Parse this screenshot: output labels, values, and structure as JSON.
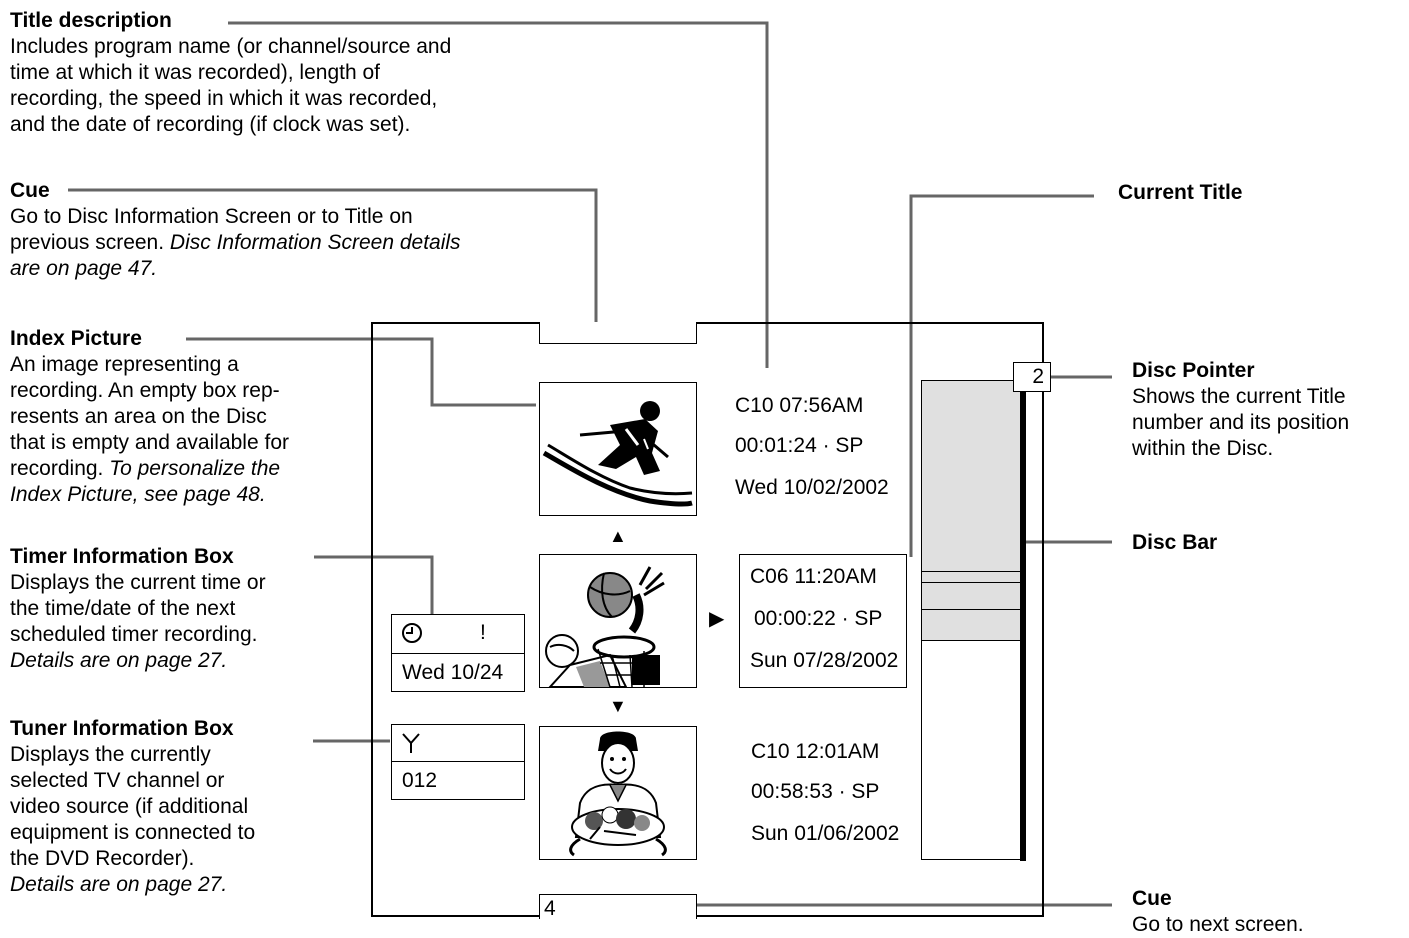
{
  "labels": {
    "title_desc": {
      "heading": "Title description",
      "lines": [
        "Includes program name (or channel/source and",
        "time at which it was recorded), length of",
        "recording, the speed in which it was recorded,",
        "and the date of recording (if clock was set)."
      ]
    },
    "cue_top": {
      "heading": "Cue",
      "lines": [
        "Go to Disc Information Screen or to Title on",
        "previous screen. "
      ],
      "italic": [
        "Disc Information Screen details",
        "are on page 47."
      ]
    },
    "index_picture": {
      "heading": "Index Picture",
      "lines": [
        "An image representing a",
        "recording. An empty box rep-",
        "resents an area on the Disc",
        "that is empty and available for",
        "recording. "
      ],
      "italic": [
        "To personalize the",
        "Index Picture, see page 48."
      ]
    },
    "timer_box": {
      "heading": "Timer Information Box",
      "lines": [
        "Displays the current time or",
        "the time/date of the next",
        "scheduled timer recording."
      ],
      "italic": [
        "Details are on page 27."
      ]
    },
    "tuner_box": {
      "heading": "Tuner Information Box",
      "lines": [
        "Displays the currently",
        "selected TV channel or",
        "video source (if additional",
        "equipment is connected to",
        "the DVD Recorder)."
      ],
      "italic": [
        "Details are on page 27."
      ]
    },
    "current_title": {
      "heading": "Current Title"
    },
    "disc_pointer": {
      "heading": "Disc Pointer",
      "lines": [
        "Shows the current Title",
        "number and its position",
        "within the Disc."
      ]
    },
    "disc_bar": {
      "heading": "Disc Bar"
    },
    "cue_bottom": {
      "heading": "Cue",
      "lines": [
        "Go to next screen."
      ]
    }
  },
  "screen": {
    "titles": [
      {
        "line1": "C10 07:56AM",
        "line2": "00:01:24 · SP",
        "line3": "Wed 10/02/2002",
        "picture": "skier-icon"
      },
      {
        "line1": "C06 11:20AM",
        "line2": "00:00:22 · SP",
        "line3": "Sun 07/28/2002",
        "picture": "basketball-player-icon"
      },
      {
        "line1": "C10 12:01AM",
        "line2": "00:58:53 · SP",
        "line3": "Sun 01/06/2002",
        "picture": "chef-icon"
      }
    ],
    "timer_box": {
      "symbol": "!",
      "date": "Wed 10/24"
    },
    "tuner_box": {
      "channel": "012"
    },
    "disc_pointer_number": "2",
    "bottom_cue_number": "4",
    "arrows": {
      "up": "▲",
      "down": "▼",
      "right": "▶"
    }
  }
}
